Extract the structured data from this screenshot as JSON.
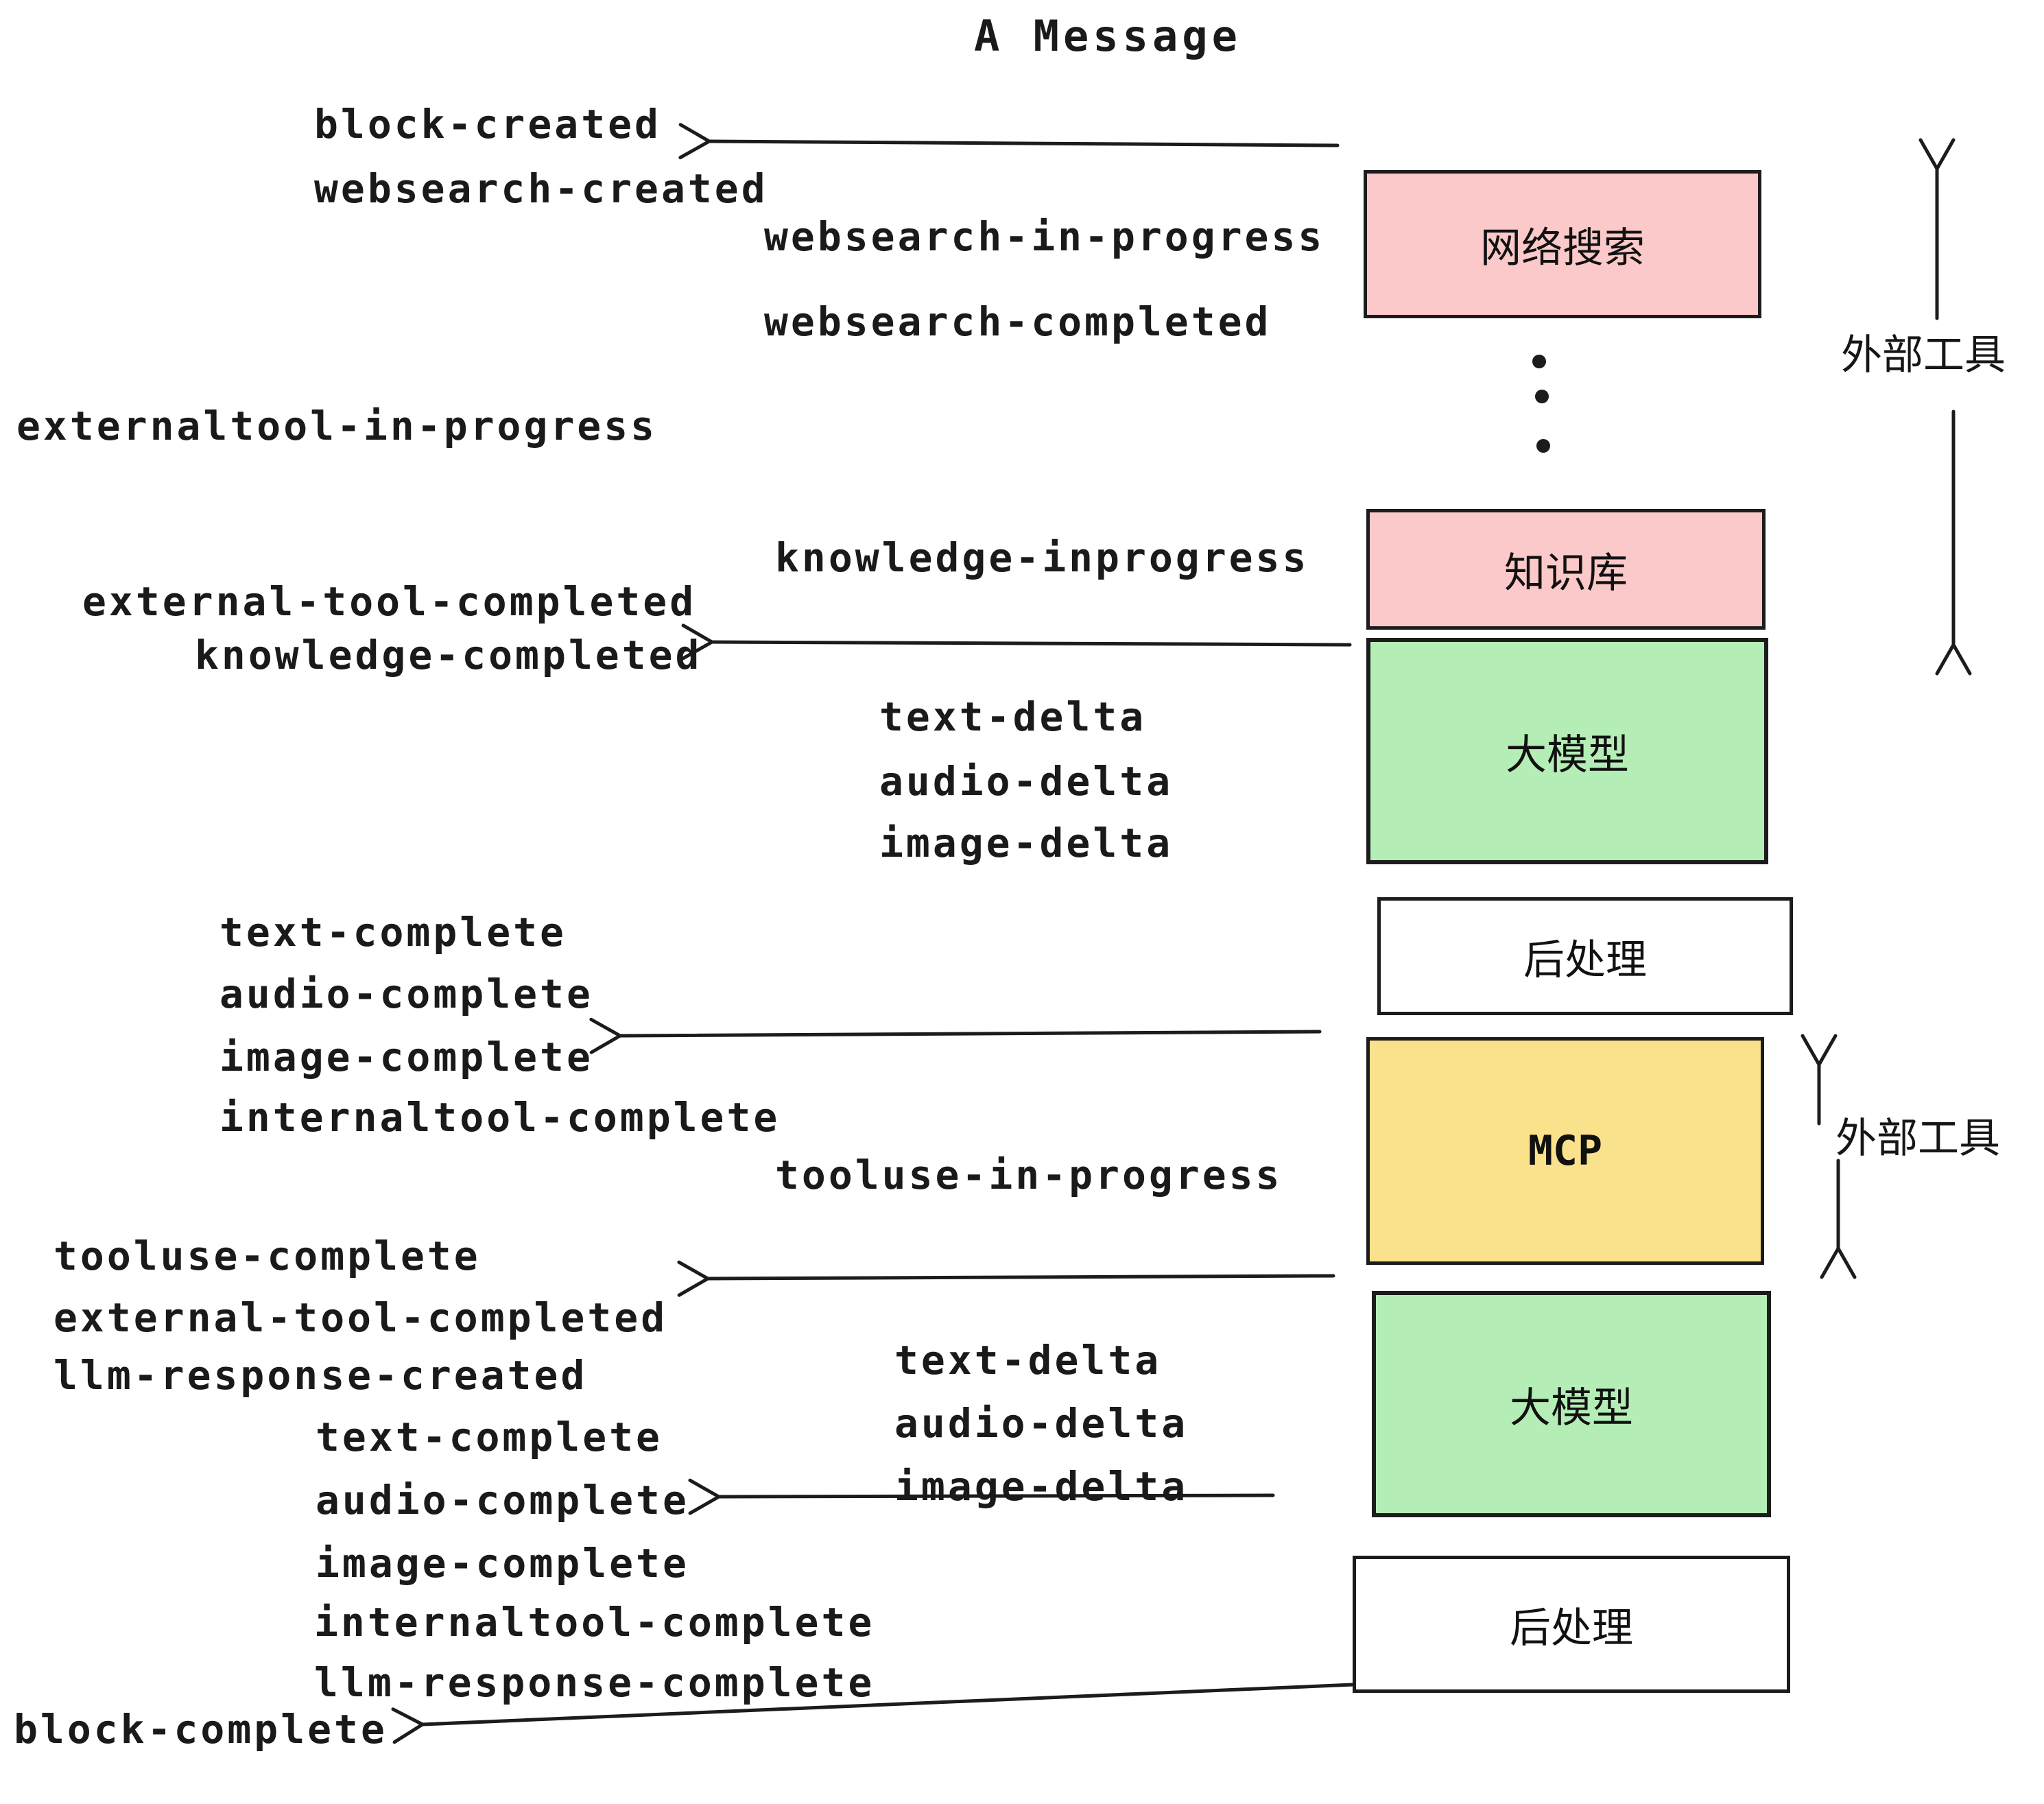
{
  "title": "A Message",
  "events": {
    "block_created": "block-created",
    "websearch_created": "websearch-created",
    "websearch_in_progress": "websearch-in-progress",
    "websearch_completed": "websearch-completed",
    "externaltool_in_progress": "externaltool-in-progress",
    "knowledge_inprogress": "knowledge-inprogress",
    "external_tool_completed_1": "external-tool-completed",
    "knowledge_completed": "knowledge-completed",
    "text_delta_1": "text-delta",
    "audio_delta_1": "audio-delta",
    "image_delta_1": "image-delta",
    "text_complete_1": "text-complete",
    "audio_complete_1": "audio-complete",
    "image_complete_1": "image-complete",
    "internaltool_complete_1": "internaltool-complete",
    "tooluse_in_progress": "tooluse-in-progress",
    "tooluse_complete": "tooluse-complete",
    "external_tool_completed_2": "external-tool-completed",
    "llm_response_created": "llm-response-created",
    "text_complete_2": "text-complete",
    "audio_complete_2": "audio-complete",
    "image_complete_2": "image-complete",
    "internaltool_complete_2": "internaltool-complete",
    "llm_response_complete": "llm-response-complete",
    "text_delta_2": "text-delta",
    "audio_delta_2": "audio-delta",
    "image_delta_2": "image-delta",
    "block_complete": "block-complete"
  },
  "boxes": {
    "websearch": {
      "label": "网络搜索",
      "color": "#fbc9c9"
    },
    "knowledge": {
      "label": "知识库",
      "color": "#fbc9c9"
    },
    "llm1": {
      "label": "大模型",
      "color": "#b4eeb6"
    },
    "postprocess1": {
      "label": "后处理",
      "color": "#ffffff"
    },
    "mcp": {
      "label": "MCP",
      "color": "#f9e28b"
    },
    "llm2": {
      "label": "大模型",
      "color": "#b4eeb6"
    },
    "postprocess2": {
      "label": "后处理",
      "color": "#ffffff"
    }
  },
  "side_labels": {
    "external_tools_top": "外部工具",
    "external_tools_bottom": "外部工具"
  },
  "colors": {
    "pink": "#fbc9c9",
    "green": "#b4eeb6",
    "yellow": "#f9e28b",
    "white": "#ffffff",
    "line": "#1c1c1c"
  }
}
